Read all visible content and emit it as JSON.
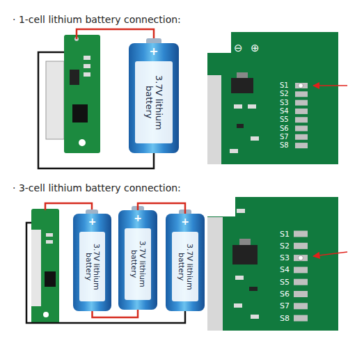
{
  "diagram": {
    "nodes": [
      {
        "text": [
          "+",
          "3.7V lithium battery"
        ]
      },
      {
        "text": [
          "⊖",
          "⊕",
          "S1",
          "S2",
          "S3",
          "S4",
          "S5",
          "S6",
          "S7",
          "S8"
        ]
      },
      {
        "text": [
          "+",
          "3.7V lithium battery"
        ]
      },
      {
        "text": [
          "+",
          "3.7V lithium battery"
        ]
      },
      {
        "text": [
          "+",
          "3.7V lithium battery"
        ]
      },
      {
        "text": [
          "S1",
          "S2",
          "S3",
          "S4",
          "S5",
          "S6",
          "S7",
          "S8"
        ]
      }
    ],
    "edges": [
      {
        "from": 2,
        "to": 3,
        "arrow": "none"
      },
      {
        "from": 3,
        "to": 4,
        "arrow": "none"
      }
    ],
    "labels": [
      "· 1-cell lithium battery connection:",
      "· 3-cell lithium battery connection:"
    ]
  }
}
